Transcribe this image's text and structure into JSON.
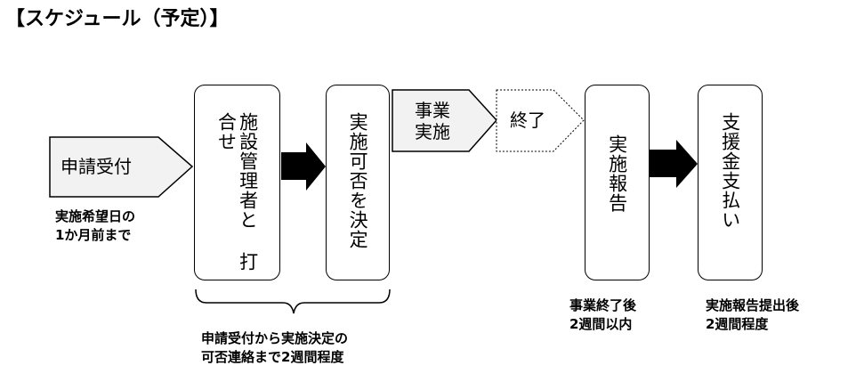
{
  "title": "【スケジュール（予定）】",
  "steps": {
    "reception": {
      "label": "申請受付",
      "note": "実施希望日の\n1か月前まで"
    },
    "consultation": {
      "label": "施設管理者と\n打合せ"
    },
    "decision": {
      "label": "実施可否を決定"
    },
    "implementation": {
      "label": "事業\n実施"
    },
    "end": {
      "label": "終了"
    },
    "report": {
      "label": "実施報告",
      "note": "事業終了後\n2週間以内"
    },
    "payment": {
      "label": "支援金支払い",
      "note": "実施報告提出後\n2週間程度"
    }
  },
  "brace_note": "申請受付から実施決定の\n可否連絡まで2週間程度",
  "colors": {
    "shape_fill": "#f2f2f2",
    "border": "#000000",
    "arrow": "#000000"
  }
}
